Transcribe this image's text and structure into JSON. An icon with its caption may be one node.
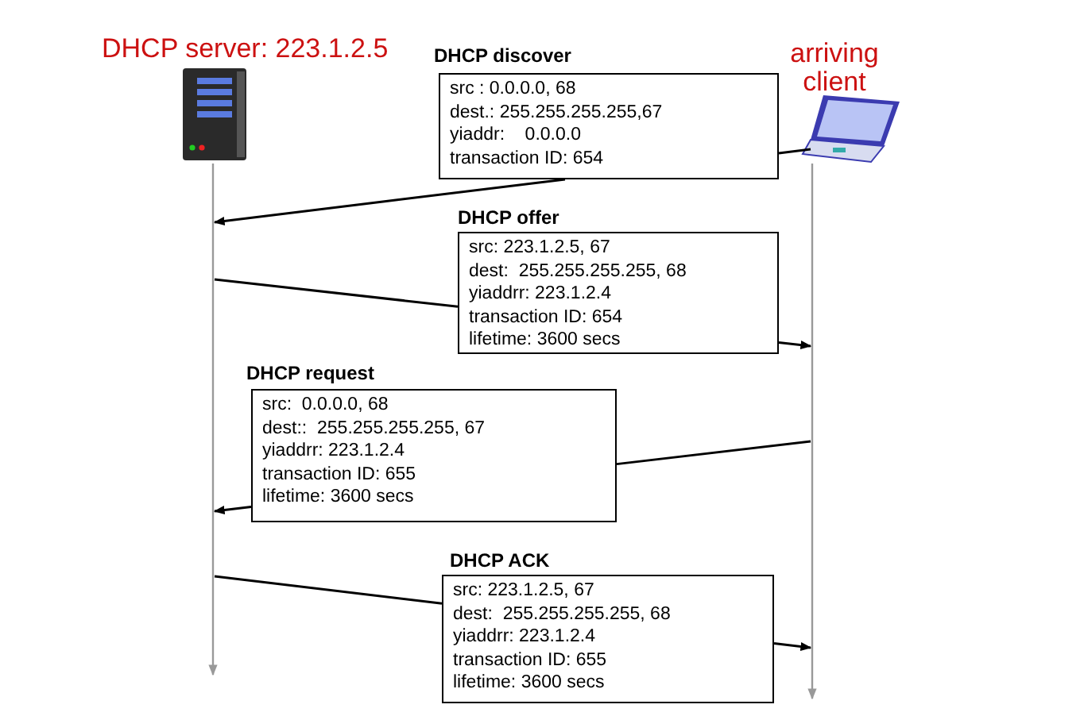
{
  "diagram": {
    "nodes": [
      {
        "text": [
          "DHCP server: 223.1.2.5"
        ]
      },
      {
        "text": [
          "arriving client"
        ]
      },
      {
        "text": [
          "DHCP discover",
          "src : 0.0.0.0, 68",
          "dest.: 255.255.255.255,67",
          "yiaddr:    0.0.0.0",
          "transaction ID: 654"
        ]
      },
      {
        "text": [
          "DHCP offer",
          "src: 223.1.2.5, 67",
          "dest:  255.255.255.255, 68",
          "yiaddrr: 223.1.2.4",
          "transaction ID: 654",
          "lifetime: 3600 secs"
        ]
      },
      {
        "text": [
          "DHCP request",
          "src:  0.0.0.0, 68",
          "dest::  255.255.255.255, 67",
          "yiaddrr: 223.1.2.4",
          "transaction ID: 655",
          "lifetime: 3600 secs"
        ]
      },
      {
        "text": [
          "DHCP ACK",
          "src: 223.1.2.5, 67",
          "dest:  255.255.255.255, 68",
          "yiaddrr: 223.1.2.4",
          "transaction ID: 655",
          "lifetime: 3600 secs"
        ]
      },
      {
        "text": [],
        "shape": "line"
      },
      {
        "text": [],
        "shape": "line"
      }
    ],
    "edges": [
      {
        "from": 7,
        "to": 2,
        "arrow": "none"
      },
      {
        "from": 2,
        "to": 6,
        "arrow": "to"
      },
      {
        "from": 6,
        "to": 3,
        "arrow": "none"
      },
      {
        "from": 3,
        "to": 7,
        "arrow": "to"
      },
      {
        "from": 7,
        "to": 4,
        "arrow": "none"
      },
      {
        "from": 4,
        "to": 6,
        "arrow": "to"
      },
      {
        "from": 6,
        "to": 5,
        "arrow": "none"
      },
      {
        "from": 5,
        "to": 7,
        "arrow": "to"
      }
    ]
  }
}
